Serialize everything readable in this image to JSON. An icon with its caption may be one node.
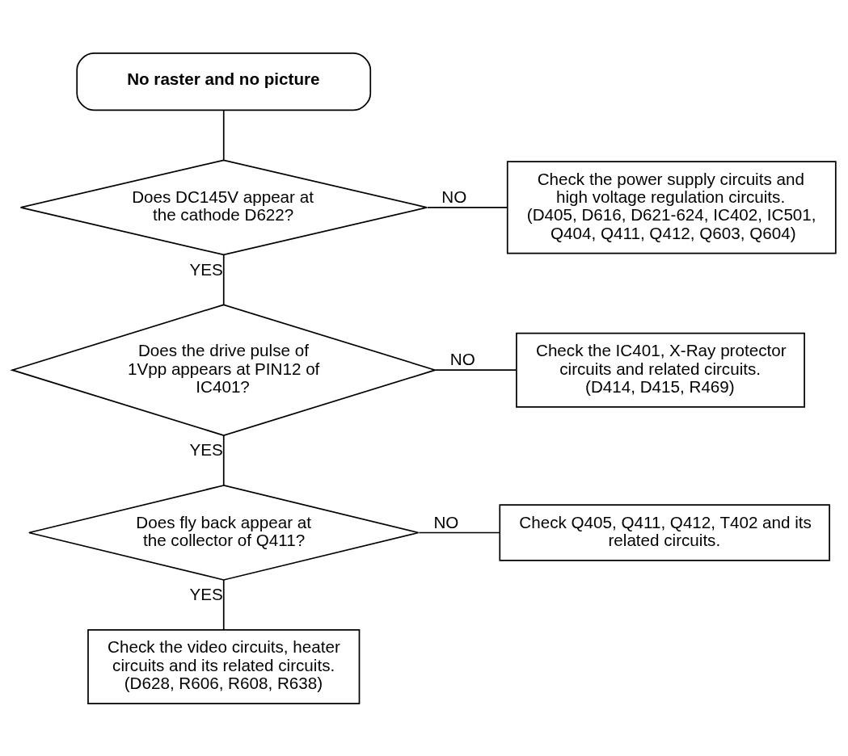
{
  "diagram": {
    "nodes": [
      {
        "text": [
          "No raster and no picture"
        ]
      },
      {
        "text": [
          "Does DC145V appear at the cathode D622?"
        ]
      },
      {
        "text": [
          "Check the power supply circuits and high voltage regulation circuits.",
          "(D405, D616, D621-624, IC402, IC501, Q404, Q411, Q412, Q603, Q604)"
        ]
      },
      {
        "text": [
          "Does the drive pulse of 1Vpp appears at PIN12 of IC401?"
        ]
      },
      {
        "text": [
          "Check the IC401, X-Ray protector circuits and related circuits.",
          "(D414, D415, R469)"
        ]
      },
      {
        "text": [
          "Does fly back appear at the collector of Q411?"
        ]
      },
      {
        "text": [
          "Check Q405, Q411, Q412, T402 and its related circuits."
        ]
      },
      {
        "text": [
          "Check the video circuits, heater circuits and its related circuits.",
          "(D628, R606, R608, R638)"
        ]
      }
    ],
    "edges": [
      {
        "from": 0,
        "to": 1,
        "arrow": "none"
      },
      {
        "from": 1,
        "to": 2,
        "arrow": "none",
        "label": "NO"
      },
      {
        "from": 1,
        "to": 3,
        "arrow": "none",
        "label": "YES"
      },
      {
        "from": 3,
        "to": 4,
        "arrow": "none",
        "label": "NO"
      },
      {
        "from": 3,
        "to": 5,
        "arrow": "none",
        "label": "YES"
      },
      {
        "from": 5,
        "to": 6,
        "arrow": "none",
        "label": "NO"
      },
      {
        "from": 5,
        "to": 7,
        "arrow": "none",
        "label": "YES"
      }
    ]
  }
}
